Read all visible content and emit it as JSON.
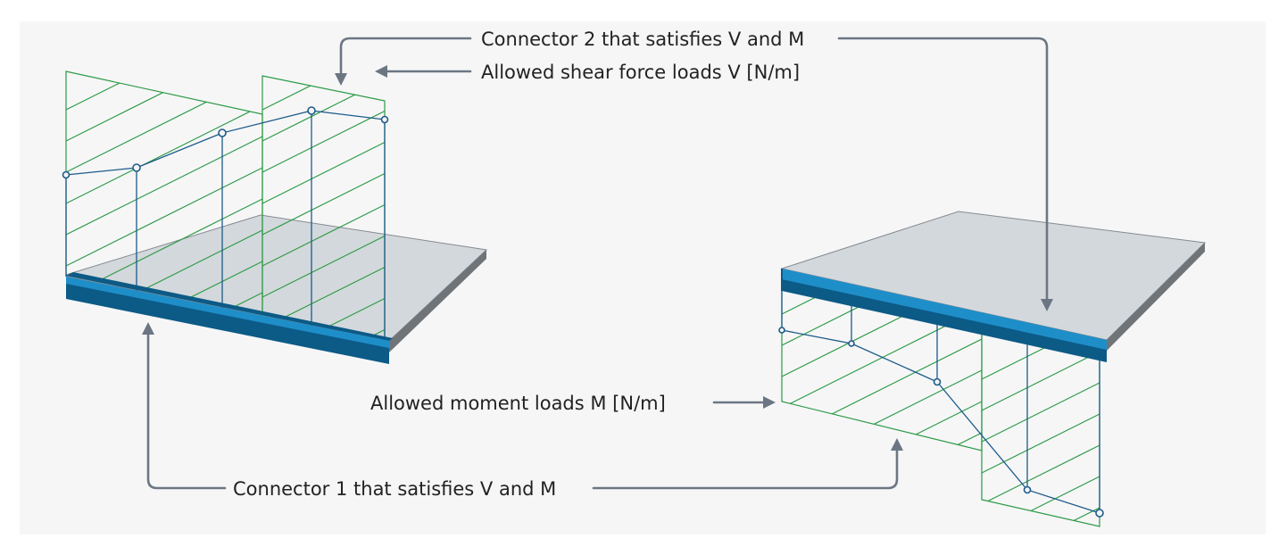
{
  "labels": {
    "connector2": "Connector 2 that satisfies V and M",
    "shear": "Allowed shear force loads V [N/m]",
    "moment": "Allowed moment loads M [N/m]",
    "connector1": "Connector 1 that satisfies V and M"
  },
  "colors": {
    "background_panel": "#f6f6f7",
    "slab_top": "#d3d8dc",
    "slab_side": "#6f7479",
    "beam_light": "#1e8ec9",
    "beam_dark": "#0c5a86",
    "envelope_green": "#2c9a45",
    "connector_blue": "#1d5b8a",
    "callout_gray": "#6c7683"
  }
}
